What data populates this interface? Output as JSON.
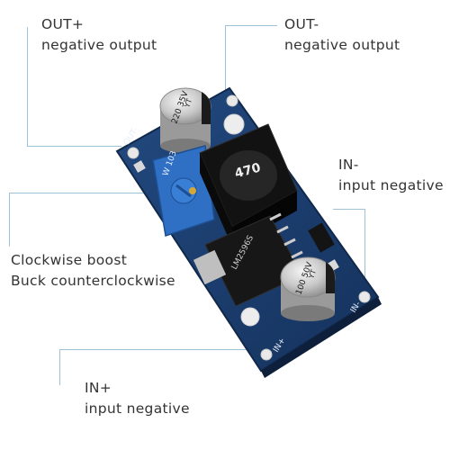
{
  "callouts": {
    "out_plus": {
      "title": "OUT+",
      "desc": "negative output"
    },
    "out_minus": {
      "title": "OUT-",
      "desc": "negative output"
    },
    "in_minus": {
      "title": "IN-",
      "desc": "input negative"
    },
    "adjust": {
      "line1": "Clockwise boost",
      "line2": "Buck counterclockwise"
    },
    "in_plus": {
      "title": "IN+",
      "desc": "input negative"
    }
  },
  "board": {
    "pcb_color": "#1c3d6e",
    "inductor_marking": "470",
    "capacitor_top_marking": "220 35V",
    "capacitor_top_sub": "YT",
    "capacitor_bottom_marking": "100 50V",
    "capacitor_bottom_sub": "YT",
    "trimmer_marking": "W 103",
    "chip_marking": "LM2596S",
    "silk_out": "OUT-",
    "silk_in_plus": "IN+",
    "silk_in_minus": "IN-"
  },
  "colors": {
    "lead_line": "#9fc2d8",
    "text": "#333333",
    "trimmer": "#2f6fc4"
  }
}
